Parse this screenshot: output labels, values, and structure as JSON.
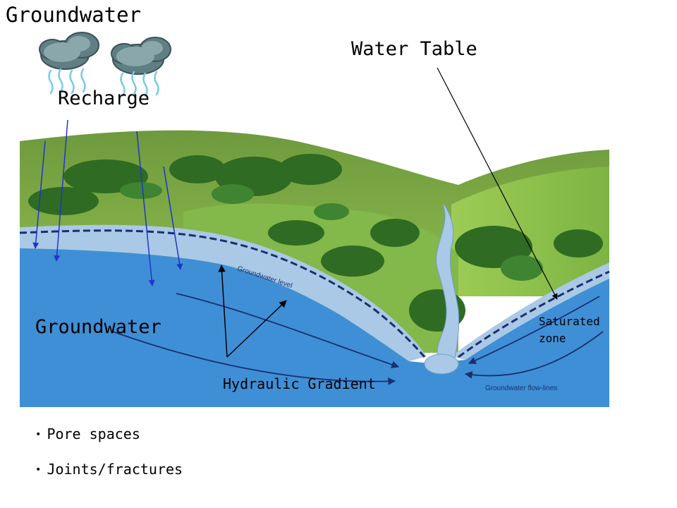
{
  "title": "Groundwater",
  "labels": {
    "recharge": "Recharge",
    "water_table": "Water Table",
    "groundwater": "Groundwater",
    "saturated_zone_line1": "Saturated",
    "saturated_zone_line2": "zone",
    "hydraulic_gradient": "Hydraulic Gradient"
  },
  "diagram_labels": {
    "groundwater_level": "Groundwater level",
    "groundwater_flow_lines": "Groundwater flow-lines"
  },
  "bullets": [
    "Pore spaces",
    "Joints/fractures"
  ],
  "colors": {
    "groundwater": "#3f8fd6",
    "unsaturated_band": "#a9c9e6",
    "grass": "#6fa63a",
    "trees": "#2f6b22",
    "sky": "#ffffff",
    "arrow_blue": "#2233cc",
    "cloud": "#7e9ba0"
  },
  "icons": [
    "cloud-icon",
    "rain-icon"
  ]
}
